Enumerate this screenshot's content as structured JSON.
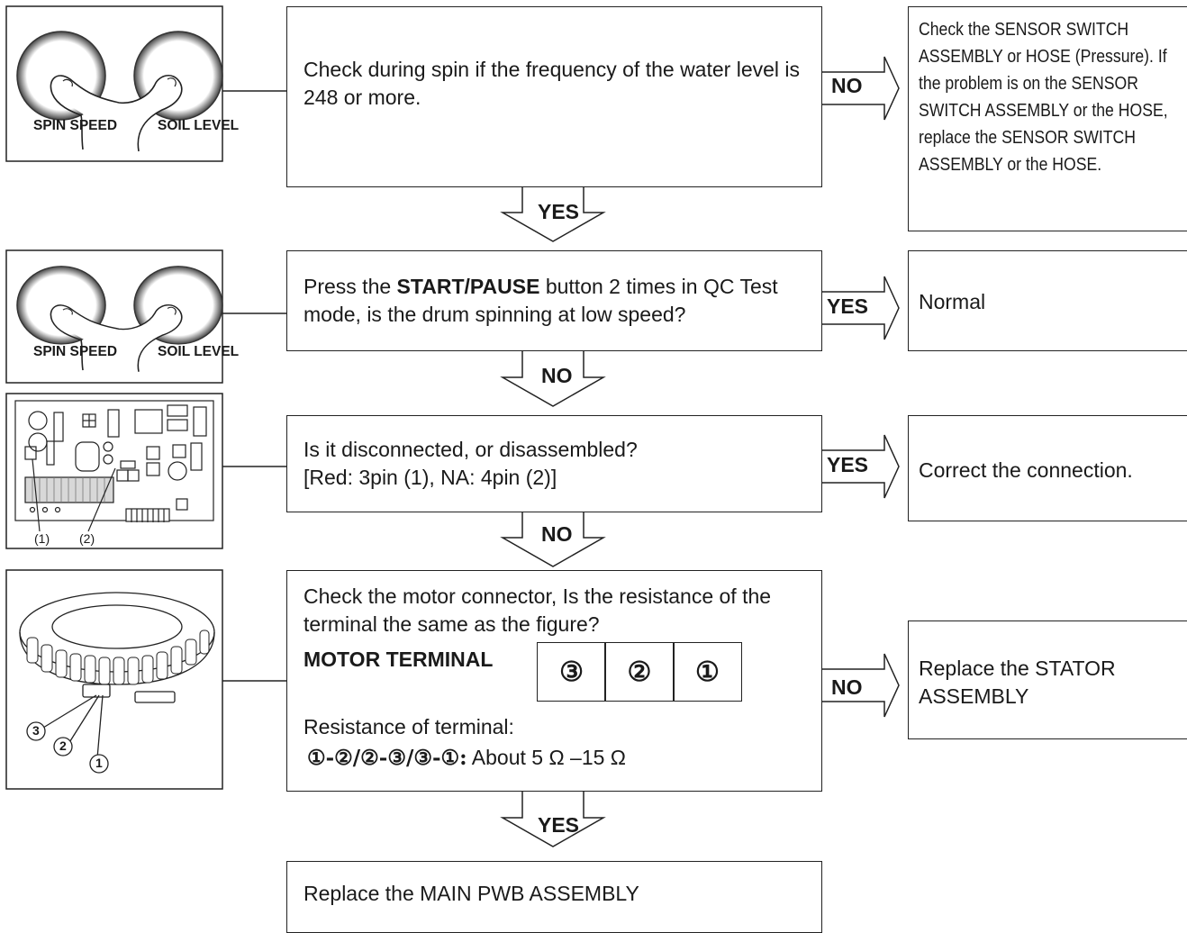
{
  "steps": {
    "s1": "Check during spin if the frequency of the water level is 248 or more.",
    "s2_pre": "Press the ",
    "s2_bold": "START/PAUSE",
    "s2_post": " button 2 times in QC Test mode, is the drum spinning at low speed?",
    "s3_line1": "Is it disconnected, or disassembled?",
    "s3_line2": "[Red: 3pin (1), NA: 4pin (2)]",
    "s4_line1": "Check the motor connector, Is the resistance of the terminal the same as the figure?",
    "s4_terminal_label": "MOTOR TERMINAL",
    "s4_terminals": [
      "③",
      "②",
      "①"
    ],
    "s4_res_label": "Resistance of terminal:",
    "s4_res_pairs": "①-②/②-③/③-①:",
    "s4_res_value": " About 5 Ω –15 Ω",
    "s5": "Replace the MAIN PWB ASSEMBLY"
  },
  "results": {
    "r1": "Check the SENSOR SWITCH ASSEMBLY or HOSE (Pressure). If the problem is on the SENSOR SWITCH ASSEMBLY or the HOSE, replace the SENSOR SWITCH ASSEMBLY or the HOSE.",
    "r2": "Normal",
    "r3": "Correct the connection.",
    "r4": "Replace the STATOR ASSEMBLY"
  },
  "arrows": {
    "a1_side": "NO",
    "a1_down": "YES",
    "a2_side": "YES",
    "a2_down": "NO",
    "a3_side": "YES",
    "a3_down": "NO",
    "a4_side": "NO",
    "a4_down": "YES"
  },
  "images": {
    "buttons_left": "SPIN SPEED",
    "buttons_right": "SOIL LEVEL",
    "pcb_label_1": "(1)",
    "pcb_label_2": "(2)",
    "stator_labels": [
      "3",
      "2",
      "1"
    ]
  }
}
